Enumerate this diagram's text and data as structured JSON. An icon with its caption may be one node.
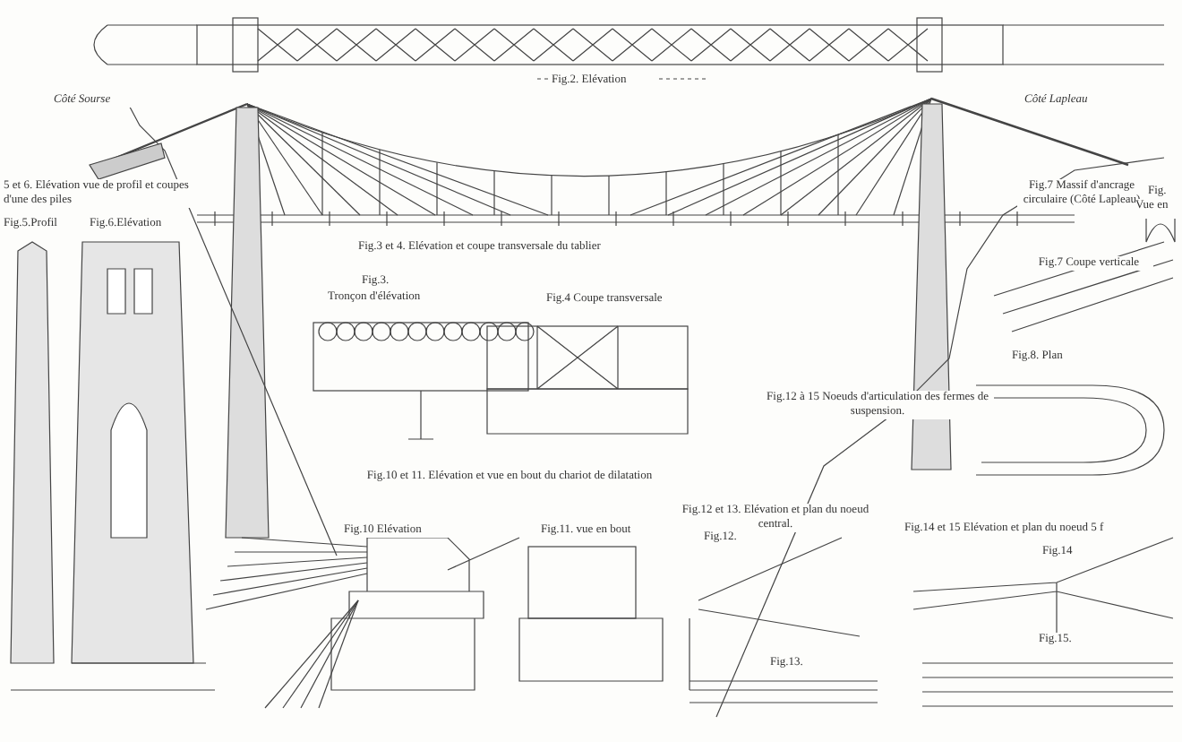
{
  "diagram": {
    "labels": [
      "Côté Sourse",
      "Fig.2. Elévation",
      "Côté Lapleau",
      "5 et 6. Elévation vue de profil et coupes d'une des piles",
      "Fig.5.Profil",
      "Fig.6.Elévation",
      "Fig.3 et 4. Elévation et coupe transversale du tablier",
      "Fig.3.",
      "Tronçon d'élévation",
      "Fig.4 Coupe transversale",
      "Fig.7 Massif d'ancrage circulaire (Côté Lapleau)",
      "Fig.",
      "Vue en",
      "Fig.7 Coupe verticale",
      "Fig.8. Plan",
      "Fig.10 et 11. Elévation et vue en bout du chariot de dilatation",
      "Fig.12 à 15 Noeuds d'articulation des fermes de suspension.",
      "Fig.10 Elévation",
      "Fig.11. vue en bout",
      "Fig.12 et 13. Elévation et plan du noeud central.",
      "Fig.12.",
      "Fig.13.",
      "Fig.14 et 15 Elévation et plan du noeud 5 f",
      "Fig.14",
      "Fig.15."
    ]
  }
}
